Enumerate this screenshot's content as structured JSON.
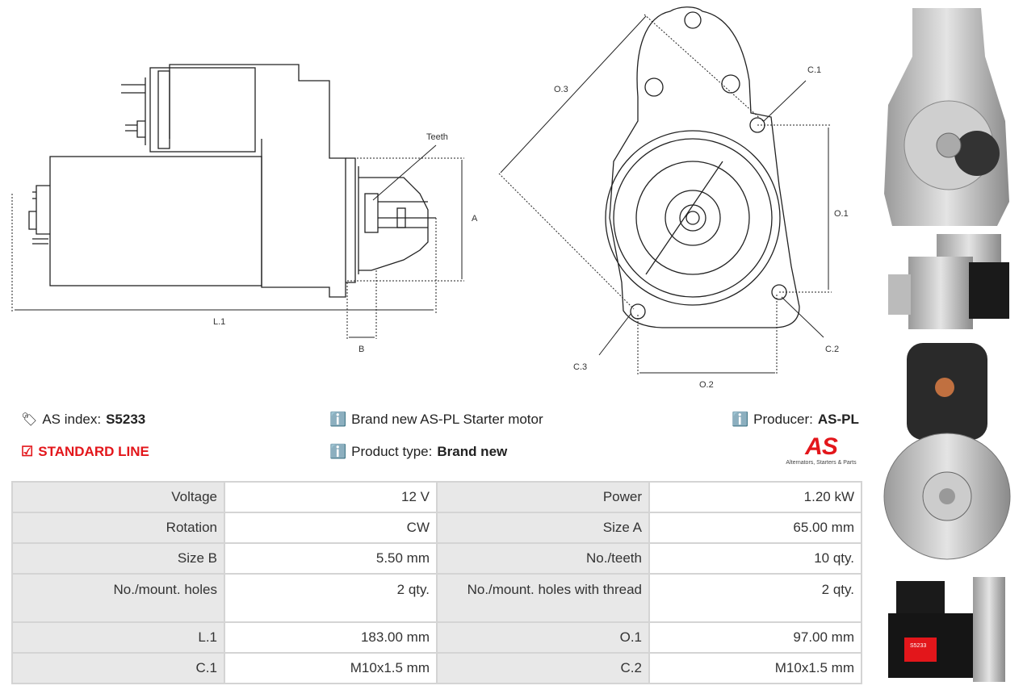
{
  "drawing": {
    "labels": {
      "teeth": "Teeth",
      "a": "A",
      "b": "B",
      "l1": "L.1",
      "o1": "O.1",
      "o2": "O.2",
      "o3": "O.3",
      "c1": "C.1",
      "c2": "C.2",
      "c3": "C.3"
    }
  },
  "info": {
    "as_index_label": "AS index:",
    "as_index_value": "S5233",
    "line": "STANDARD LINE",
    "description": "Brand new AS-PL Starter motor",
    "product_type_label": "Product type:",
    "product_type_value": "Brand new",
    "producer_label": "Producer:",
    "producer_value": "AS-PL",
    "logo_text": "AS",
    "logo_tagline": "Alternators, Starters & Parts"
  },
  "photos": {
    "label_text": "S5233"
  },
  "specs": [
    [
      "Voltage",
      "12 V",
      "Power",
      "1.20 kW"
    ],
    [
      "Rotation",
      "CW",
      "Size A",
      "65.00 mm"
    ],
    [
      "Size B",
      "5.50 mm",
      "No./teeth",
      "10 qty."
    ],
    [
      "No./mount. holes",
      "2 qty.",
      "No./mount. holes with thread",
      "2 qty."
    ],
    [
      "L.1",
      "183.00 mm",
      "O.1",
      "97.00 mm"
    ],
    [
      "C.1",
      "M10x1.5 mm",
      "C.2",
      "M10x1.5 mm"
    ]
  ],
  "colors": {
    "accent": "#e3161b",
    "cell_key": "#e8e8e8",
    "border": "#d4d4d4"
  }
}
